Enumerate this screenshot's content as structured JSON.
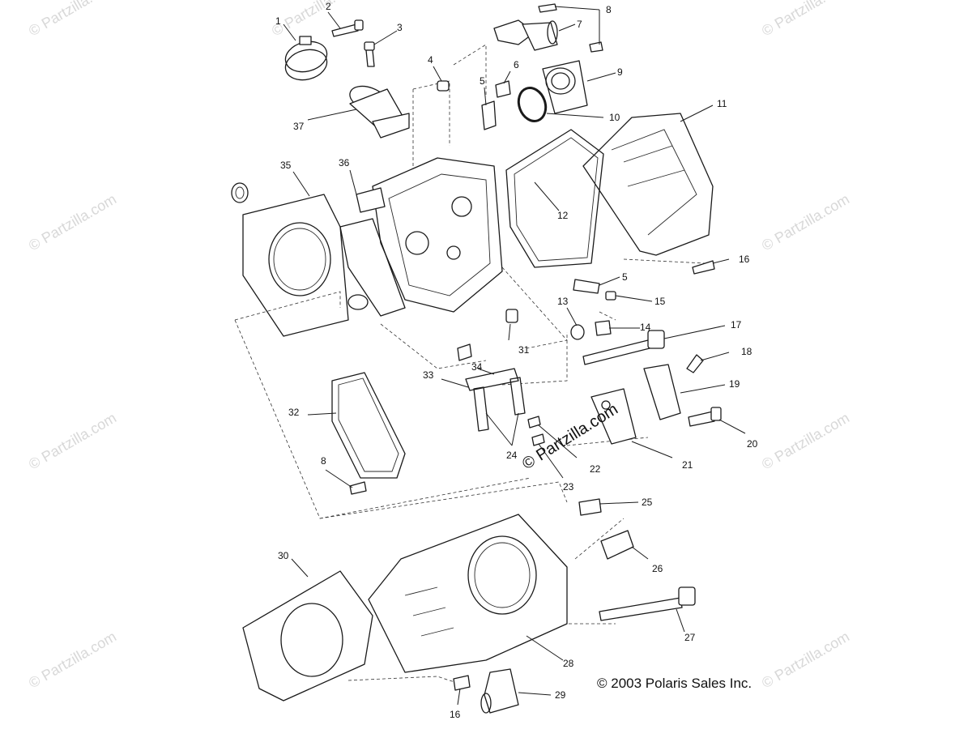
{
  "copyright": "© 2003 Polaris Sales Inc.",
  "watermark": "© Partzilla.com",
  "watermark_center": "© Partzilla.com",
  "callouts": [
    "1",
    "2",
    "3",
    "4",
    "5",
    "6",
    "7",
    "8",
    "9",
    "10",
    "11",
    "12",
    "13",
    "14",
    "15",
    "16",
    "17",
    "18",
    "19",
    "20",
    "21",
    "22",
    "23",
    "24",
    "25",
    "26",
    "27",
    "28",
    "29",
    "30",
    "31",
    "32",
    "33",
    "34",
    "35",
    "36",
    "37",
    "5",
    "8",
    "16"
  ]
}
